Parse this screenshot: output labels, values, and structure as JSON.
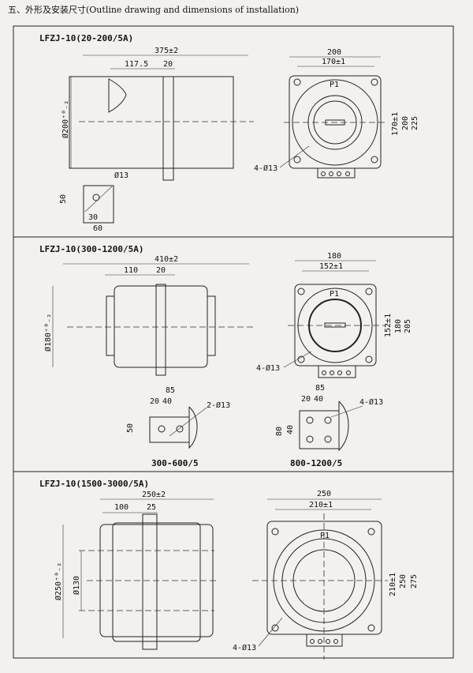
{
  "header": "五、外形及安装尺寸(Outline drawing and dimensions of installation)",
  "panels": [
    {
      "title": "LFZJ-10(20-200/5A)",
      "side": {
        "length": "375±2",
        "offset": "117.5",
        "flange": "20",
        "diameter": "Ø200⁺⁰₋₂"
      },
      "base": {
        "hole": "Ø13",
        "height": "50",
        "offset": "30",
        "width": "60"
      },
      "front": {
        "width": "200",
        "hole_spacing": "170±1",
        "v_spacing": "170±1",
        "v_width": "200",
        "v_height": "225",
        "holes": "4-Ø13",
        "marker": "P1"
      }
    },
    {
      "title": "LFZJ-10(300-1200/5A)",
      "side": {
        "length": "410±2",
        "offset": "110",
        "flange": "20",
        "diameter": "Ø180⁺⁰₋₂"
      },
      "front": {
        "width": "180",
        "hole_spacing": "152±1",
        "v_spacing": "152±1",
        "v_width": "180",
        "v_height": "205",
        "holes": "4-Ø13",
        "marker": "P1"
      },
      "terminals": [
        {
          "label": "300-600/5",
          "width": "85",
          "d1": "20",
          "d2": "40",
          "holes": "2-Ø13",
          "height": "50"
        },
        {
          "label": "800-1200/5",
          "width": "85",
          "d1": "20",
          "d2": "40",
          "holes": "4-Ø13",
          "height": "80",
          "height2": "40"
        }
      ]
    },
    {
      "title": "LFZJ-10(1500-3000/5A)",
      "side": {
        "length": "250±2",
        "offset": "100",
        "flange": "25",
        "diameter": "Ø250⁺⁰₋₂",
        "inner": "Ø130"
      },
      "front": {
        "width": "250",
        "hole_spacing": "210±1",
        "v_spacing": "210±1",
        "v_width": "250",
        "v_height": "275",
        "holes": "4-Ø13",
        "marker": "P1"
      }
    }
  ]
}
